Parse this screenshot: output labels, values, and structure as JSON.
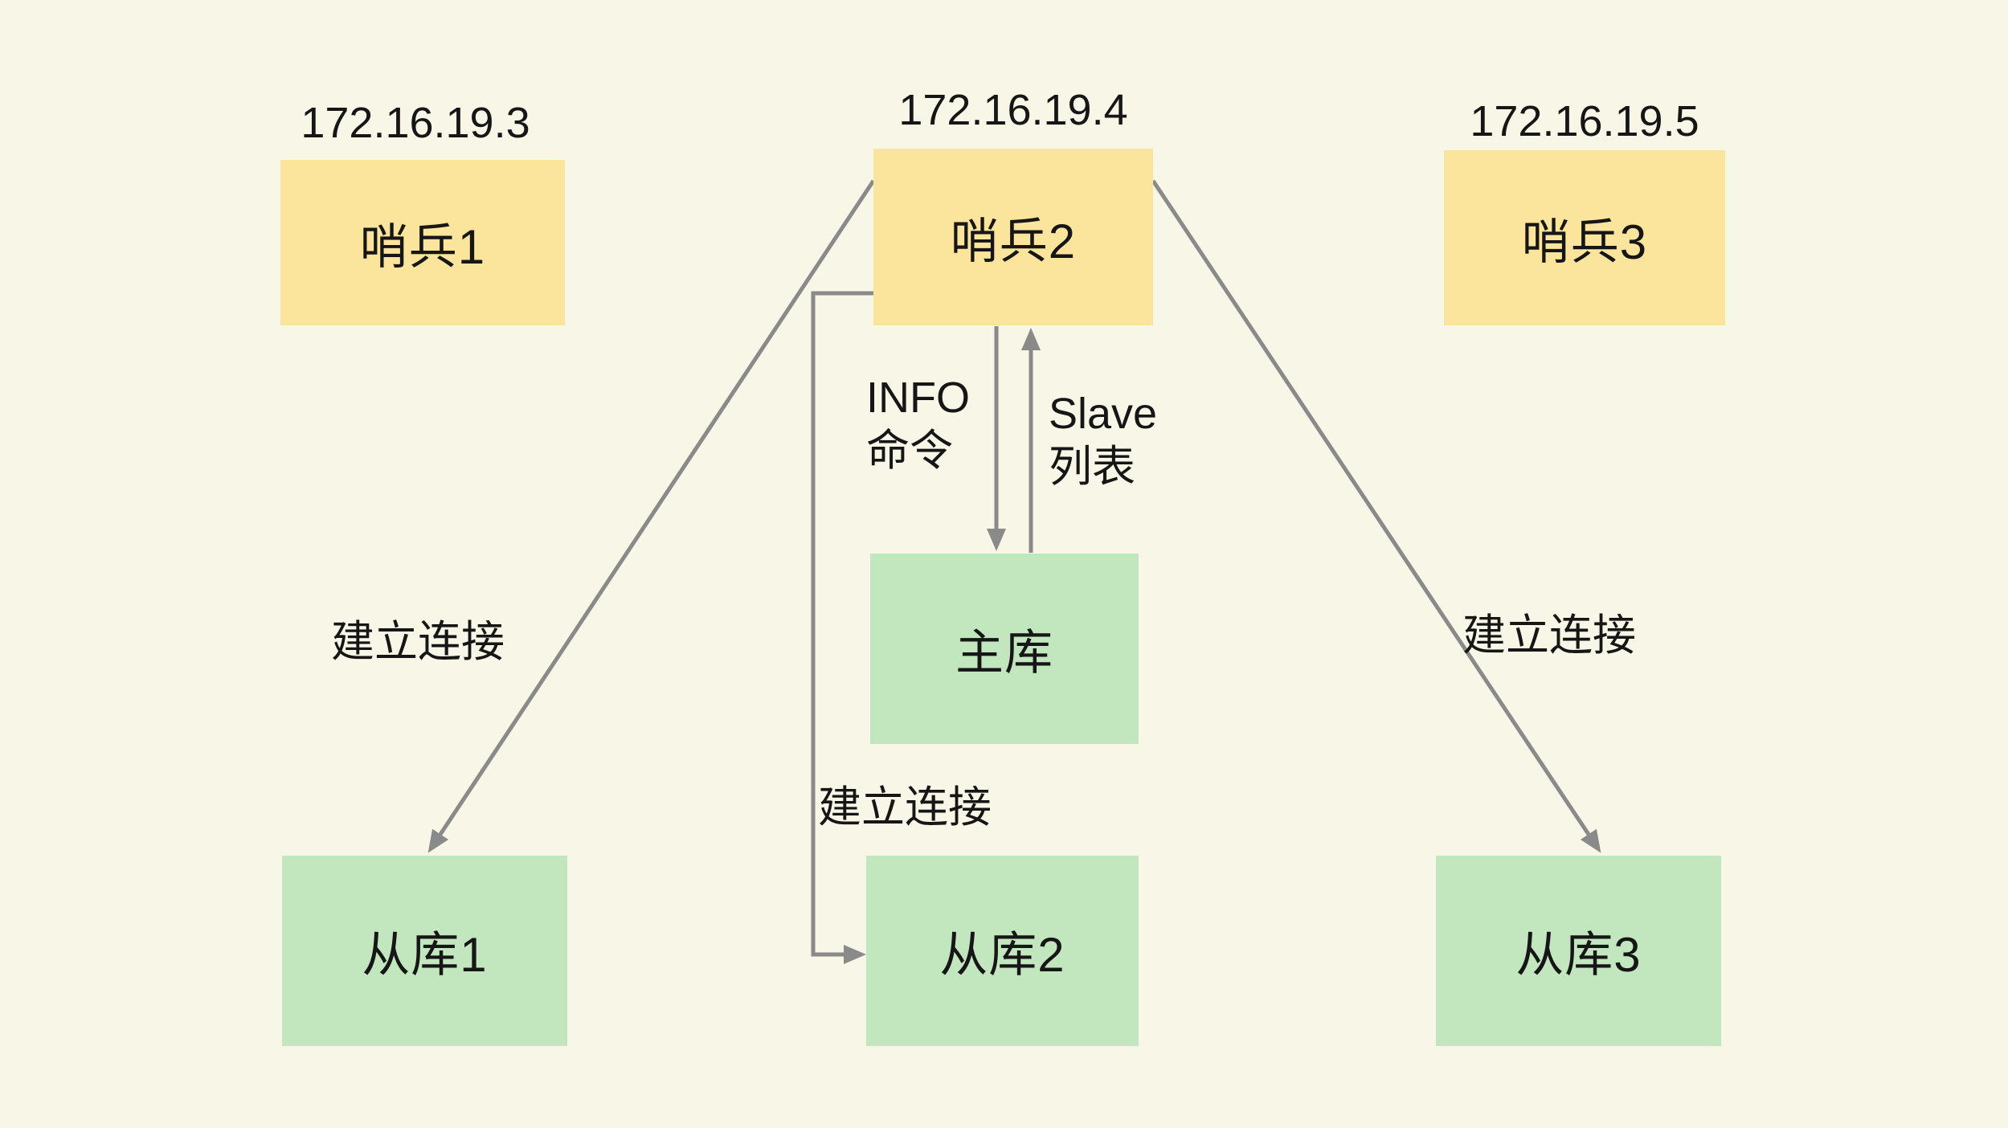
{
  "colors": {
    "background": "#F8F6E7",
    "sentinel_fill": "#FBE49B",
    "db_fill": "#C2E6BE",
    "arrow": "#8A8A8A",
    "text": "#161616"
  },
  "nodes": {
    "sentinel1": {
      "label": "哨兵1",
      "ip": "172.16.19.3"
    },
    "sentinel2": {
      "label": "哨兵2",
      "ip": "172.16.19.4"
    },
    "sentinel3": {
      "label": "哨兵3",
      "ip": "172.16.19.5"
    },
    "master": {
      "label": "主库"
    },
    "slave1": {
      "label": "从库1"
    },
    "slave2": {
      "label": "从库2"
    },
    "slave3": {
      "label": "从库3"
    }
  },
  "labels": {
    "connect_left": "建立连接",
    "connect_mid": "建立连接",
    "connect_right": "建立连接",
    "info_line1": "INFO",
    "info_line2": "命令",
    "slave_line1": "Slave",
    "slave_line2": "列表"
  }
}
